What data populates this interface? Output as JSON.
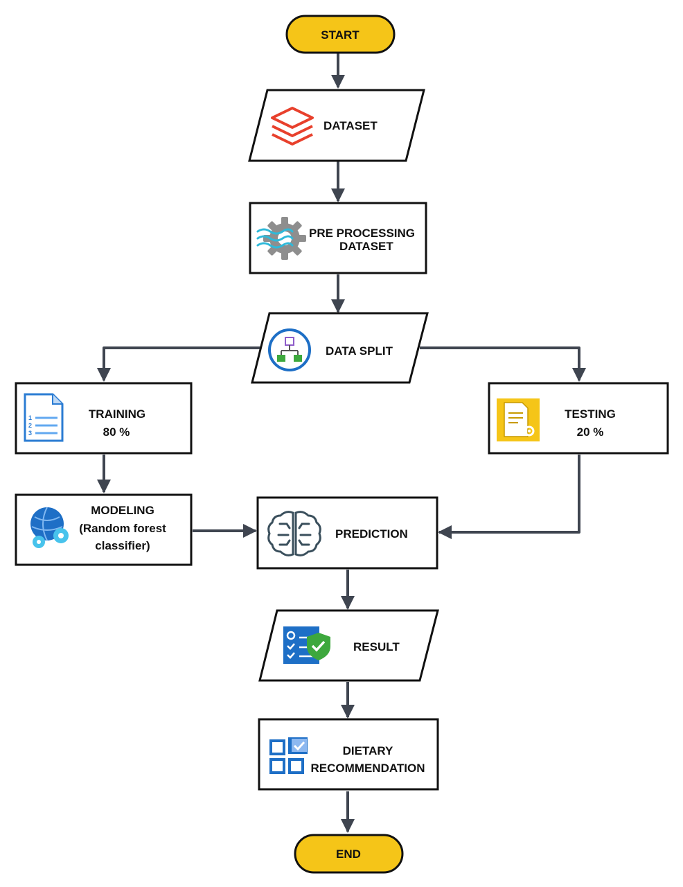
{
  "colors": {
    "terminal_fill": "#F5C518",
    "stroke": "#111111",
    "arrow": "#3F4550",
    "node_fill": "#FFFFFF"
  },
  "nodes": {
    "start": {
      "label": "START"
    },
    "dataset": {
      "label": "DATASET",
      "icon": "stacked-layers-icon"
    },
    "preprocessing": {
      "line1": "PRE PROCESSING",
      "line2": "DATASET",
      "icon": "gear-waves-icon"
    },
    "data_split": {
      "label": "DATA SPLIT",
      "icon": "hierarchy-split-icon"
    },
    "training": {
      "line1": "TRAINING",
      "line2": "80 %",
      "icon": "numbered-document-icon"
    },
    "testing": {
      "line1": "TESTING",
      "line2": "20 %",
      "icon": "document-gear-icon"
    },
    "modeling": {
      "line1": "MODELING",
      "line2": "(Random forest",
      "line3": "classifier)",
      "icon": "globe-gears-icon"
    },
    "prediction": {
      "label": "PREDICTION",
      "icon": "brain-circuit-icon"
    },
    "result": {
      "label": "RESULT",
      "icon": "checklist-shield-icon"
    },
    "dietary": {
      "line1": "DIETARY",
      "line2": "RECOMMENDATION",
      "icon": "checkbox-grid-icon"
    },
    "end": {
      "label": "END"
    }
  }
}
